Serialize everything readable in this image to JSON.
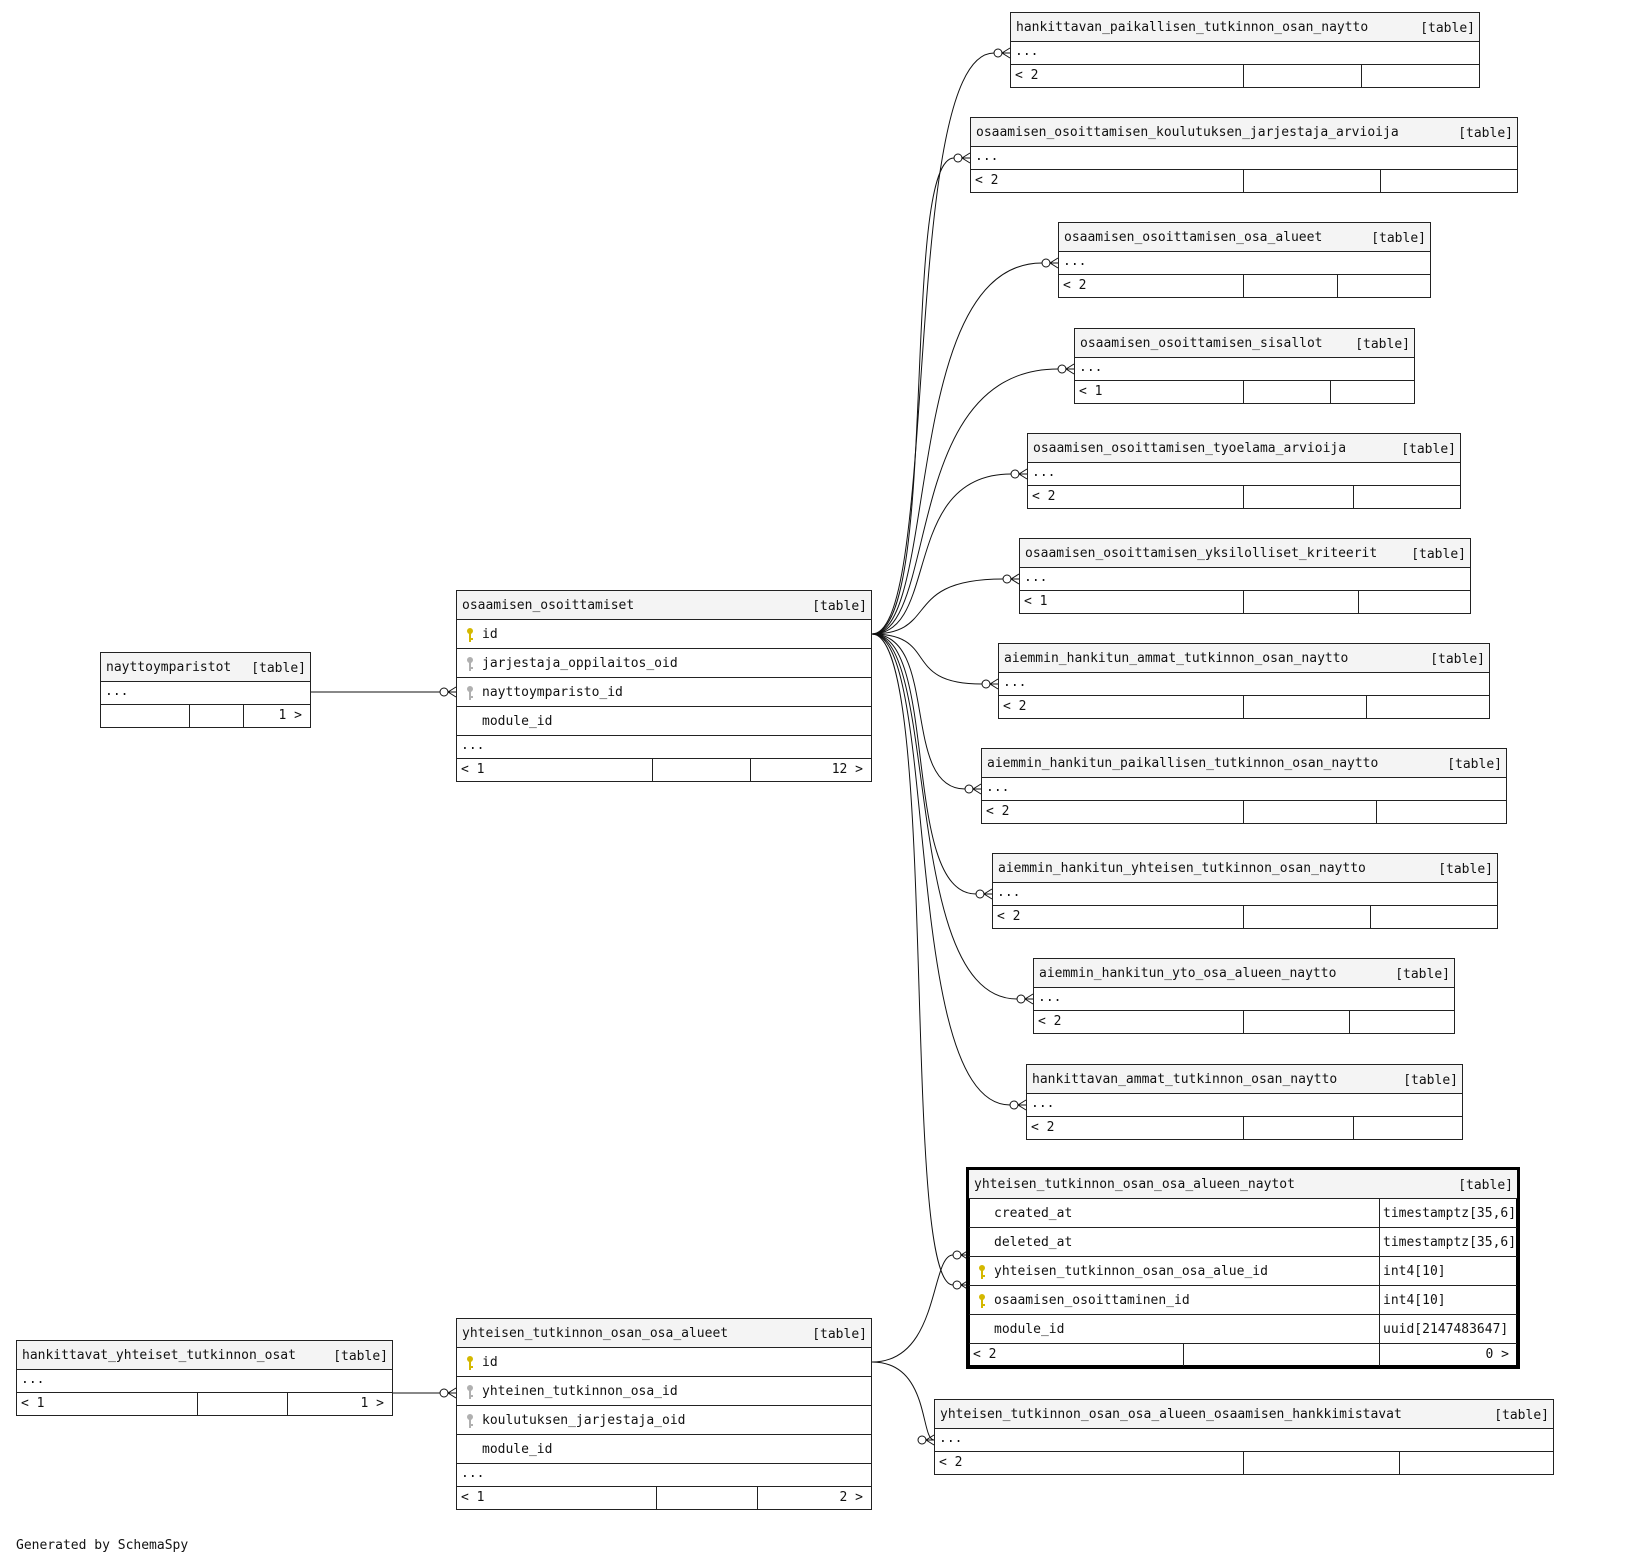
{
  "tag": "[table]",
  "footer_text": "Generated by SchemaSpy",
  "key_colors": {
    "primary": "#d4b800",
    "foreign": "#b0b0b0"
  },
  "tables": {
    "nayttoymparistot": {
      "name": "nayttoymparistot",
      "ellipsis": "...",
      "left": "",
      "right": "1 >"
    },
    "osaamisen_osoittamiset": {
      "name": "osaamisen_osoittamiset",
      "columns": [
        {
          "name": "id",
          "key": "primary-key-icon"
        },
        {
          "name": "jarjestaja_oppilaitos_oid",
          "key": "foreign-key-icon"
        },
        {
          "name": "nayttoymparisto_id",
          "key": "foreign-key-icon"
        },
        {
          "name": "module_id",
          "key": ""
        }
      ],
      "ellipsis": "...",
      "left": "< 1",
      "right": "12 >"
    },
    "hankittavan_paikallisen_tutkinnon_osan_naytto": {
      "name": "hankittavan_paikallisen_tutkinnon_osan_naytto",
      "ellipsis": "...",
      "left": "< 2",
      "right": ""
    },
    "osaamisen_osoittamisen_koulutuksen_jarjestaja_arvioija": {
      "name": "osaamisen_osoittamisen_koulutuksen_jarjestaja_arvioija",
      "ellipsis": "...",
      "left": "< 2",
      "right": ""
    },
    "osaamisen_osoittamisen_osa_alueet": {
      "name": "osaamisen_osoittamisen_osa_alueet",
      "ellipsis": "...",
      "left": "< 2",
      "right": ""
    },
    "osaamisen_osoittamisen_sisallot": {
      "name": "osaamisen_osoittamisen_sisallot",
      "ellipsis": "...",
      "left": "< 1",
      "right": ""
    },
    "osaamisen_osoittamisen_tyoelama_arvioija": {
      "name": "osaamisen_osoittamisen_tyoelama_arvioija",
      "ellipsis": "...",
      "left": "< 2",
      "right": ""
    },
    "osaamisen_osoittamisen_yksilolliset_kriteerit": {
      "name": "osaamisen_osoittamisen_yksilolliset_kriteerit",
      "ellipsis": "...",
      "left": "< 1",
      "right": ""
    },
    "aiemmin_hankitun_ammat_tutkinnon_osan_naytto": {
      "name": "aiemmin_hankitun_ammat_tutkinnon_osan_naytto",
      "ellipsis": "...",
      "left": "< 2",
      "right": ""
    },
    "aiemmin_hankitun_paikallisen_tutkinnon_osan_naytto": {
      "name": "aiemmin_hankitun_paikallisen_tutkinnon_osan_naytto",
      "ellipsis": "...",
      "left": "< 2",
      "right": ""
    },
    "aiemmin_hankitun_yhteisen_tutkinnon_osan_naytto": {
      "name": "aiemmin_hankitun_yhteisen_tutkinnon_osan_naytto",
      "ellipsis": "...",
      "left": "< 2",
      "right": ""
    },
    "aiemmin_hankitun_yto_osa_alueen_naytto": {
      "name": "aiemmin_hankitun_yto_osa_alueen_naytto",
      "ellipsis": "...",
      "left": "< 2",
      "right": ""
    },
    "hankittavan_ammat_tutkinnon_osan_naytto": {
      "name": "hankittavan_ammat_tutkinnon_osan_naytto",
      "ellipsis": "...",
      "left": "< 2",
      "right": ""
    },
    "yhteisen_tutkinnon_osan_osa_alueen_naytot": {
      "name": "yhteisen_tutkinnon_osan_osa_alueen_naytot",
      "columns": [
        {
          "name": "created_at",
          "type": "timestamptz[35,6]",
          "key": ""
        },
        {
          "name": "deleted_at",
          "type": "timestamptz[35,6]",
          "key": ""
        },
        {
          "name": "yhteisen_tutkinnon_osan_osa_alue_id",
          "type": "int4[10]",
          "key": "primary-key-icon"
        },
        {
          "name": "osaamisen_osoittaminen_id",
          "type": "int4[10]",
          "key": "primary-key-icon"
        },
        {
          "name": "module_id",
          "type": "uuid[2147483647]",
          "key": ""
        }
      ],
      "left": "< 2",
      "right": "0 >"
    },
    "yhteisen_tutkinnon_osan_osa_alueen_osaamisen_hankkimistavat": {
      "name": "yhteisen_tutkinnon_osan_osa_alueen_osaamisen_hankkimistavat",
      "ellipsis": "...",
      "left": "< 2",
      "right": ""
    },
    "hankittavat_yhteiset_tutkinnon_osat": {
      "name": "hankittavat_yhteiset_tutkinnon_osat",
      "ellipsis": "...",
      "left": "< 1",
      "right": "1 >"
    },
    "yhteisen_tutkinnon_osan_osa_alueet": {
      "name": "yhteisen_tutkinnon_osan_osa_alueet",
      "columns": [
        {
          "name": "id",
          "key": "primary-key-icon"
        },
        {
          "name": "yhteinen_tutkinnon_osa_id",
          "key": "foreign-key-icon"
        },
        {
          "name": "koulutuksen_jarjestaja_oid",
          "key": "foreign-key-icon"
        },
        {
          "name": "module_id",
          "key": ""
        }
      ],
      "ellipsis": "...",
      "left": "< 1",
      "right": "2 >"
    }
  }
}
